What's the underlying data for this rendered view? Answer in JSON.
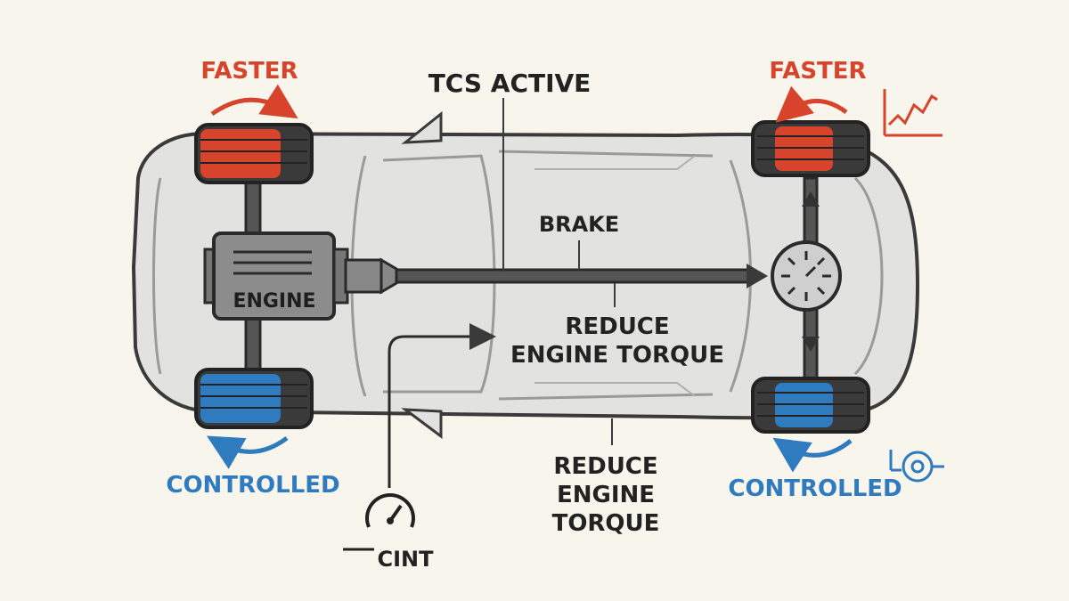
{
  "labels": {
    "faster_front": "FASTER",
    "faster_rear": "FASTER",
    "controlled_front": "CONTROLLED",
    "controlled_rear": "CONTROLLED",
    "tcs_active": "TCS ACTIVE",
    "brake": "BRAKE",
    "engine": "ENGINE",
    "reduce_torque_1_line1": "REDUCE",
    "reduce_torque_1_line2": "ENGINE TORQUE",
    "reduce_torque_2_line1": "REDUCE",
    "reduce_torque_2_line2": "ENGINE",
    "reduce_torque_2_line3": "TORQUE",
    "gauge_caption": "CINT"
  },
  "colors": {
    "faster": "#d8442b",
    "controlled": "#2f7bbf",
    "line": "#3a3a3a",
    "body": "#e2e2e0",
    "background": "#f8f6ec"
  },
  "icons": {
    "chart": "trend-chart-icon",
    "gauge": "speedometer-icon",
    "sensor": "wheel-sensor-icon"
  }
}
